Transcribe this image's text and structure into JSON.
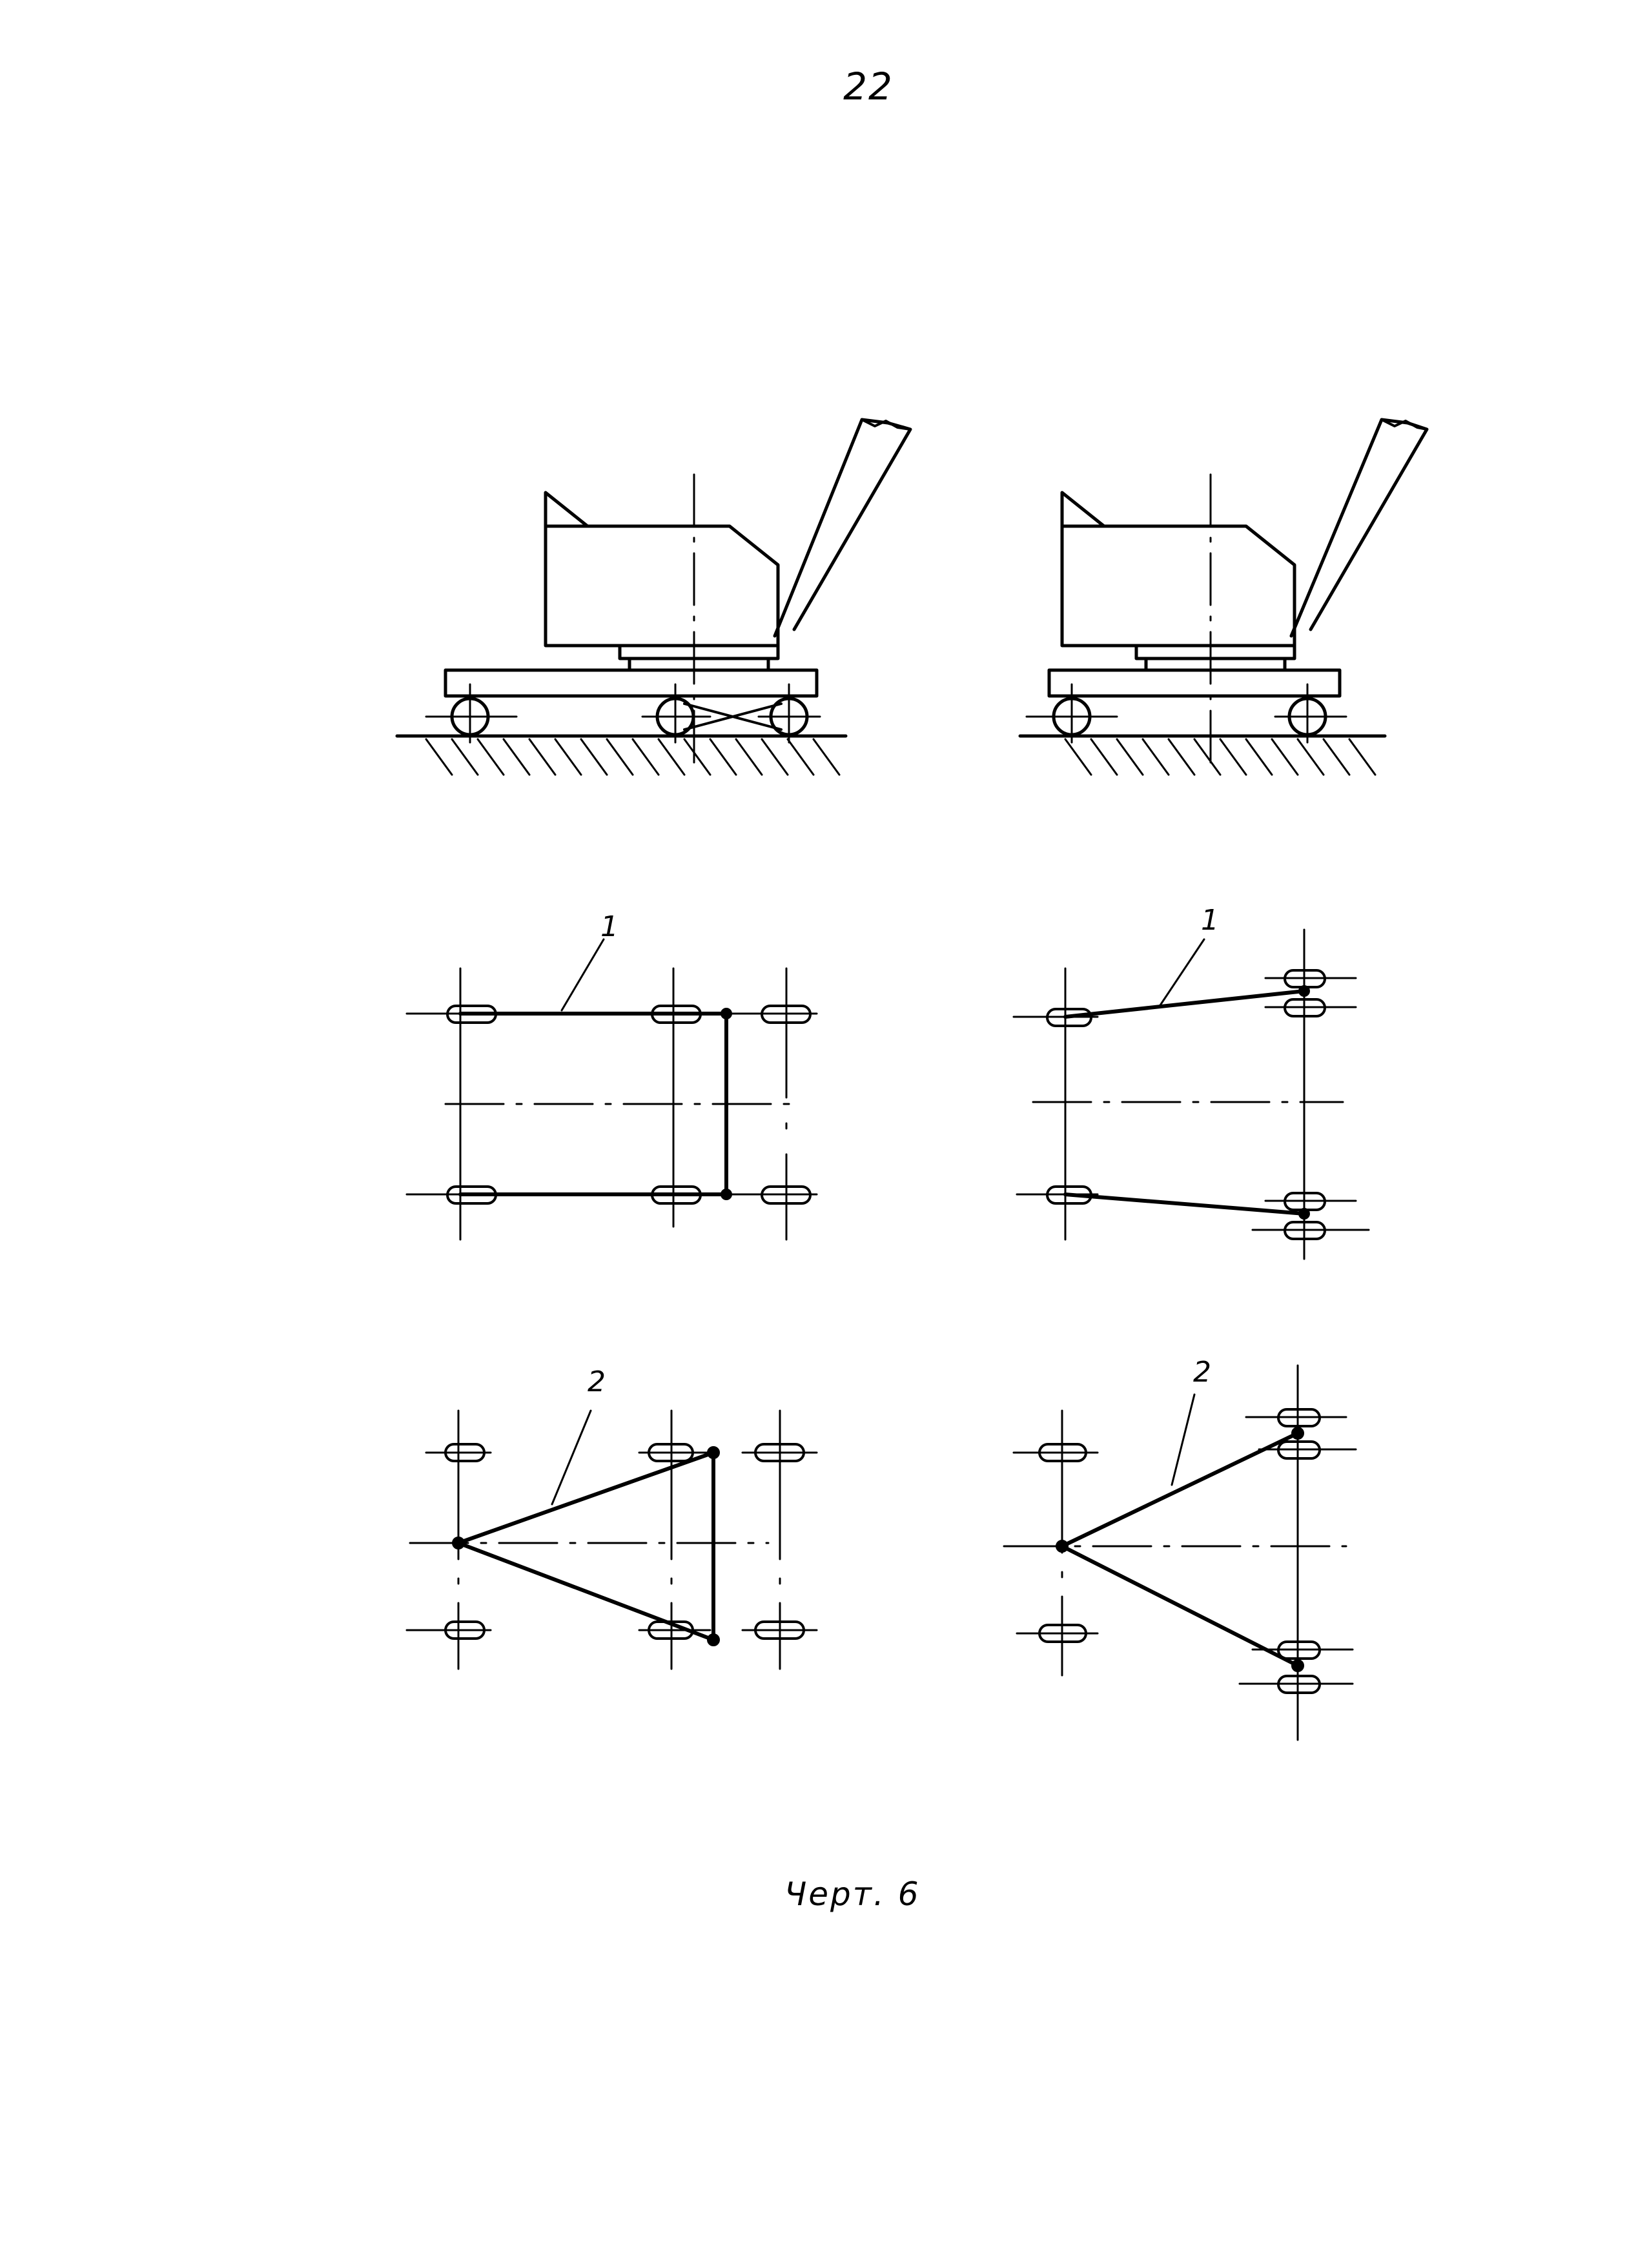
{
  "page_number": "22",
  "caption": "Черт. 6",
  "callout_labels": {
    "line_1": "1",
    "line_2": "2"
  },
  "colors": {
    "ink": "#000000",
    "paper": "#ffffff"
  }
}
